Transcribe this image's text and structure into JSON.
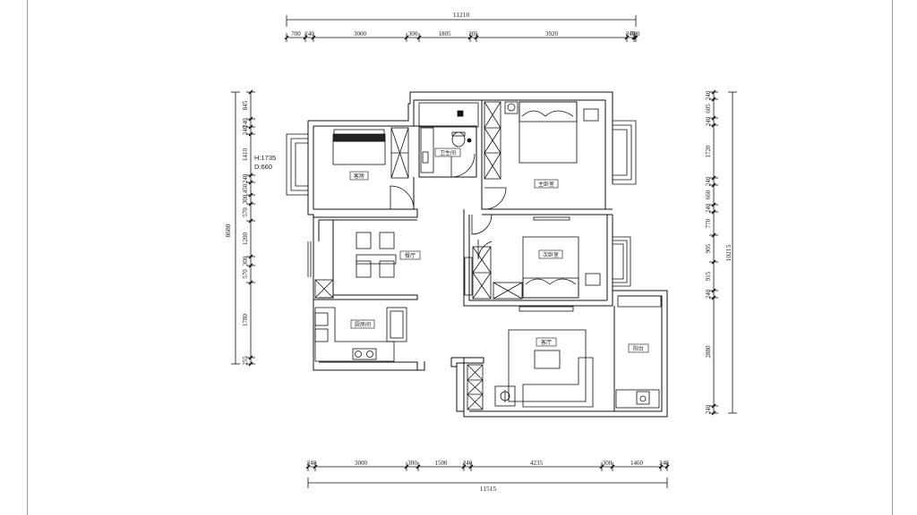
{
  "dimensions": {
    "top_total": "11210",
    "top_segments": [
      "700",
      "240",
      "3000",
      "300",
      "1805",
      "205",
      "3920",
      "240",
      "700"
    ],
    "bottom_total": "11515",
    "bottom_segments": [
      "240",
      "3000",
      "300",
      "1500",
      "240",
      "4235",
      "300",
      "1460",
      "240"
    ],
    "left_total": "8680",
    "left_segments": [
      "845",
      "240",
      "240",
      "1410",
      "240",
      "450",
      "300",
      "570",
      "1200",
      "300",
      "570",
      "1780",
      "255"
    ],
    "right_total": "10215",
    "right_segments": [
      "240",
      "605",
      "240",
      "1720",
      "240",
      "660",
      "240",
      "770",
      "905",
      "915",
      "240",
      "2880",
      "240"
    ]
  },
  "rooms": {
    "guest_bedroom": "客房",
    "bathroom": "卫生间",
    "master_bedroom": "主卧室",
    "dining": "餐厅",
    "second_bedroom": "次卧室",
    "kitchen": "厨房间",
    "living_room": "客厅",
    "balcony": "阳台"
  },
  "annotations": {
    "height": "H:1735",
    "depth": "D:660"
  }
}
